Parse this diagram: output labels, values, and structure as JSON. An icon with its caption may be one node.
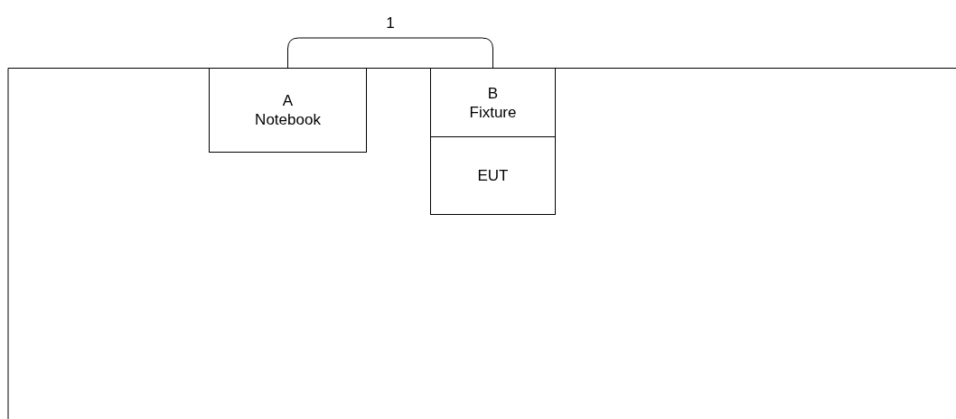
{
  "diagram": {
    "nodes": [
      {
        "text": [
          "A",
          "Notebook"
        ]
      },
      {
        "text": [
          "B",
          "Fixture"
        ]
      },
      {
        "text": [
          "EUT"
        ]
      }
    ],
    "edges": [
      {
        "from": 0,
        "to": 1,
        "arrow": "none",
        "label": "1"
      }
    ]
  }
}
